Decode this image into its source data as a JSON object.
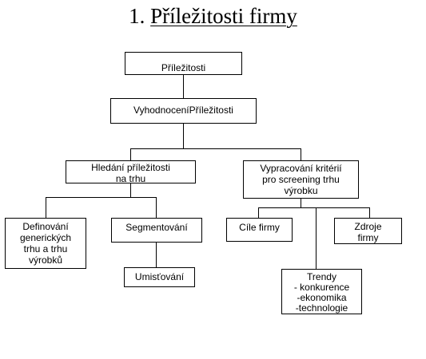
{
  "title": {
    "number": "1.",
    "text": "Příležitosti firmy"
  },
  "nodes": {
    "prilezitosti": "Příležitosti",
    "vyhodnoceni": "VyhodnoceníPříležitosti",
    "hledani": "Hledání příležitosti\nna trhu",
    "vypracovani": "Vypracování kritérií\npro screening trhu\nvýrobku",
    "definovani": "Definování\ngenerických\ntrhu a trhu\nvýrobků",
    "segmentovani": "Segmentování",
    "umistovani": "Umisťování",
    "cile": "Cíle firmy",
    "zdroje": "Zdroje\nfirmy",
    "trendy": "Trendy\n- konkurence\n-ekonomika\n-technologie"
  },
  "colors": {
    "line": "#000000",
    "box_border": "#000000",
    "background": "#ffffff"
  }
}
